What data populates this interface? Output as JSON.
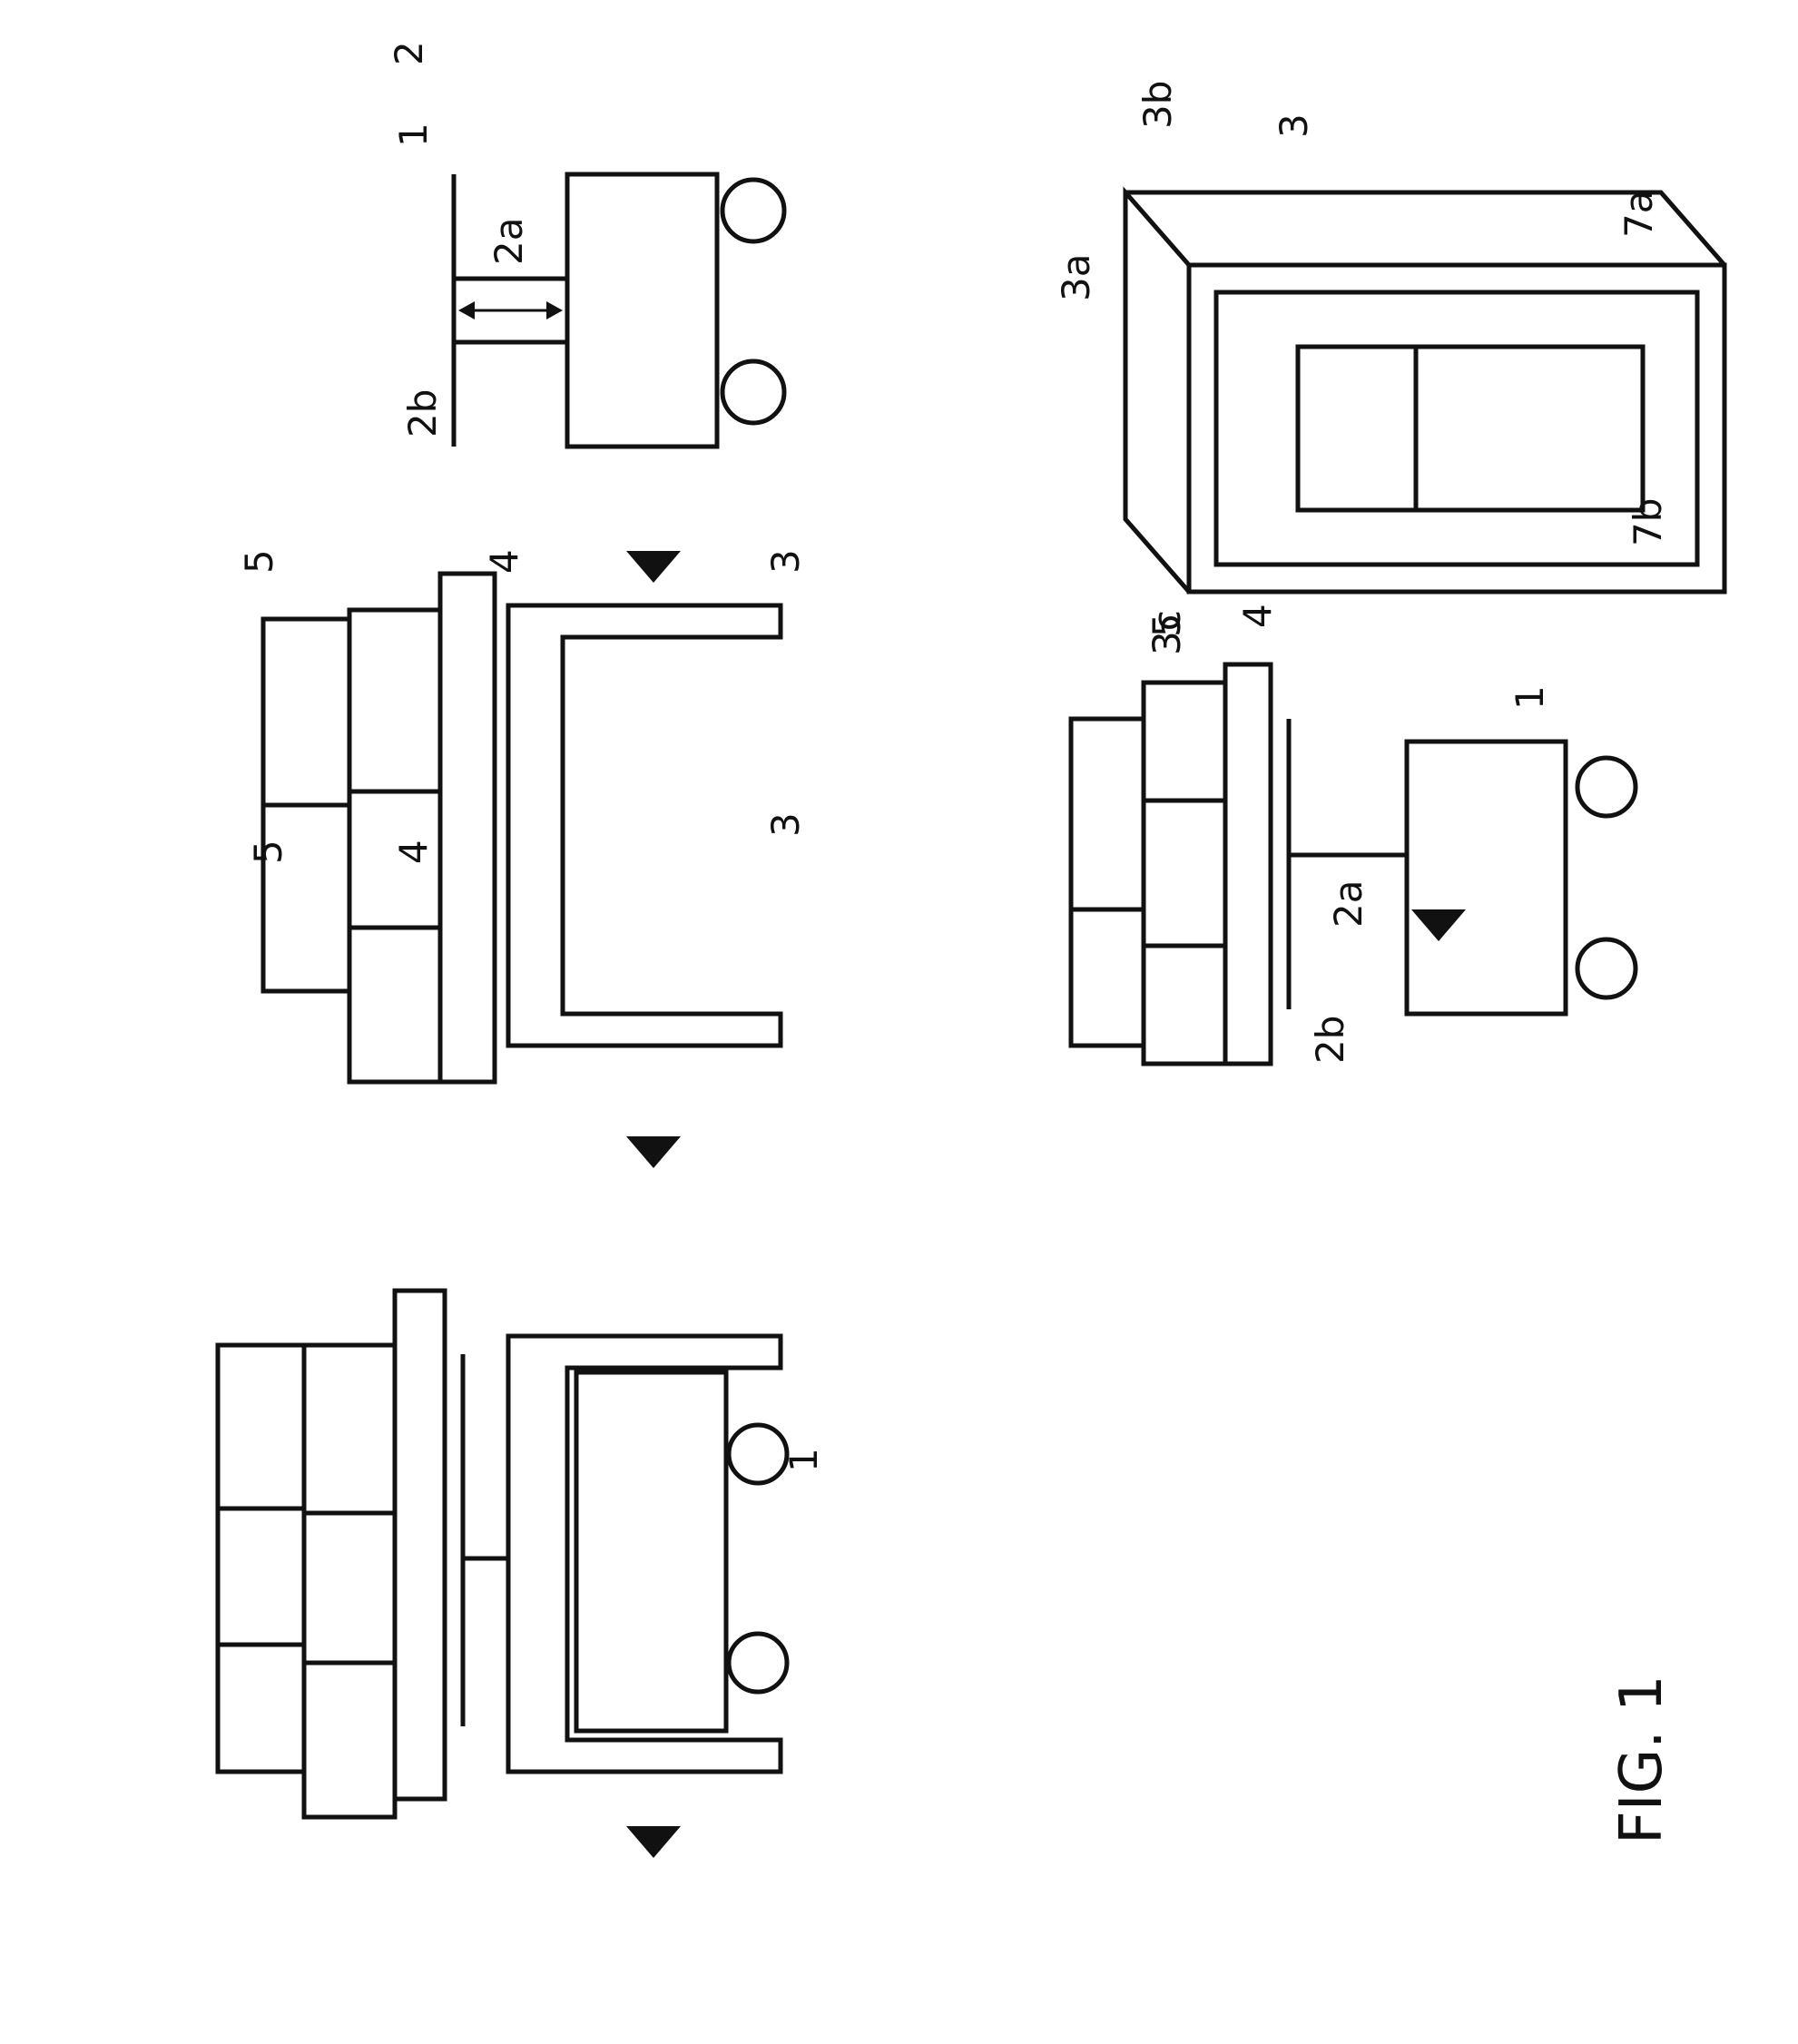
{
  "figure": {
    "caption": "FIG. 1",
    "labels": {
      "vehicle": "1",
      "lift": "2",
      "lift_column": "2a",
      "lift_plate": "2b",
      "frame": "3",
      "frame_top": "3a",
      "frame_corner": "3b",
      "frame_side": "3c",
      "pallet": "4",
      "load": "5",
      "opening_a": "7a",
      "opening_b": "7b"
    }
  }
}
